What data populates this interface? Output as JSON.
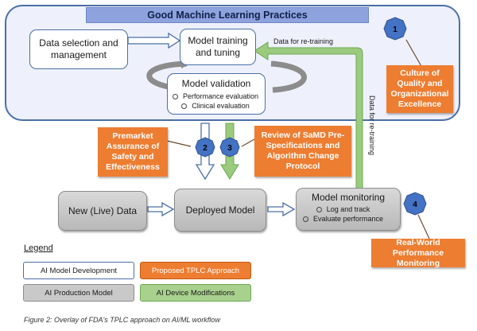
{
  "title": "Good Machine Learning Practices",
  "boxes": {
    "data_selection": "Data selection and management",
    "model_training": "Model training and tuning",
    "model_validation": {
      "title": "Model validation",
      "items": [
        "Performance evaluation",
        "Clinical evaluation"
      ]
    },
    "new_data": "New (Live) Data",
    "deployed_model": "Deployed Model",
    "model_monitoring": {
      "title": "Model monitoring",
      "items": [
        "Log and track",
        "Evaluate performance"
      ]
    }
  },
  "callouts": {
    "culture": "Culture of Quality and Organizational Excellence",
    "premarket": "Premarket Assurance of Safety and Effectiveness",
    "review": "Review of SaMD Pre-Specifications and Algorithm Change Protocol",
    "real_world": "Real-World Performance Monitoring"
  },
  "steps": [
    "1",
    "2",
    "3",
    "4"
  ],
  "arrow_labels": {
    "retraining_horizontal": "Data for re-training",
    "retraining_vertical": "Data for re-training"
  },
  "legend": {
    "title": "Legend",
    "items": [
      {
        "label": "AI Model Development",
        "style": "white"
      },
      {
        "label": "Proposed TPLC Approach",
        "style": "orange"
      },
      {
        "label": "AI Production Model",
        "style": "gray"
      },
      {
        "label": "AI Device Modifications",
        "style": "green"
      }
    ]
  },
  "caption": "Figure 2: Overlay of FDA's TPLC approach on AI/ML workflow",
  "colors": {
    "orange": "#ed7d31",
    "green": "#9ccb7f",
    "blue_step": "#4472c4",
    "panel_border": "#4a6fa5",
    "title_bar": "#8ea3dd"
  }
}
